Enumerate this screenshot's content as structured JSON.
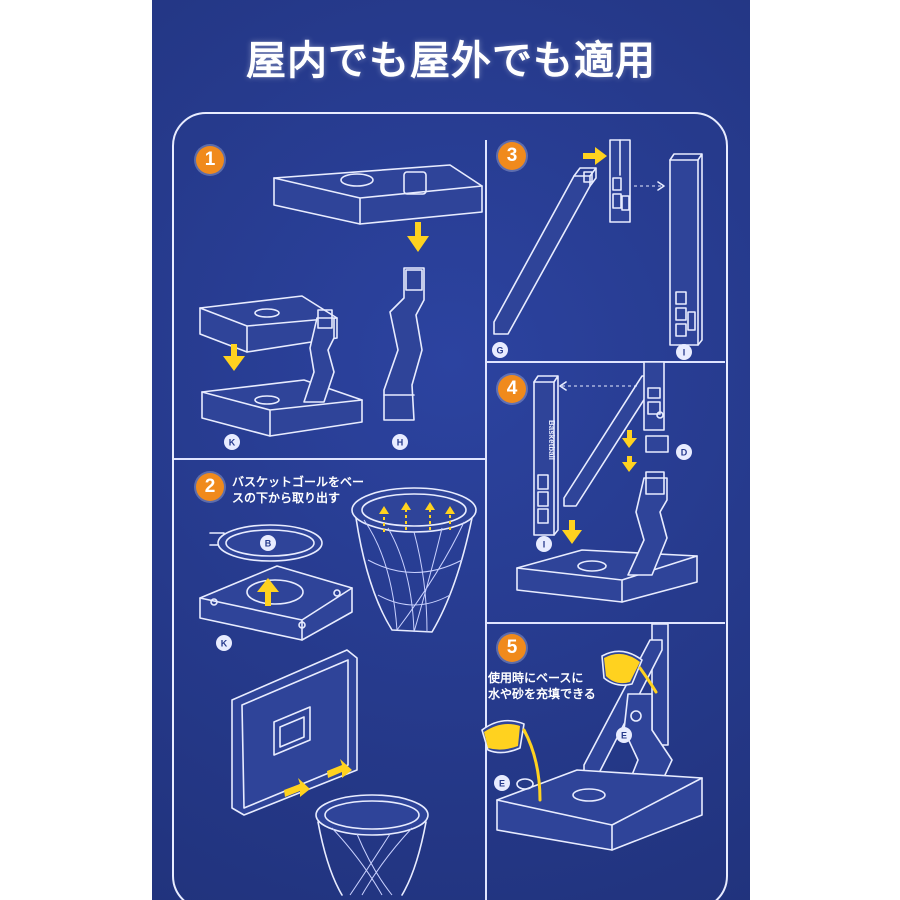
{
  "title": "屋内でも屋外でも適用",
  "steps": [
    {
      "number": "1"
    },
    {
      "number": "2",
      "caption": "バスケットゴールをベー\nスの下から取り出す"
    },
    {
      "number": "3"
    },
    {
      "number": "4"
    },
    {
      "number": "5",
      "caption": "使用時にベースに\n水や砂を充填できる"
    }
  ],
  "part_labels": {
    "k1": "K",
    "h": "H",
    "b": "B",
    "k2": "K",
    "g": "G",
    "i1": "I",
    "d": "D",
    "i2": "I",
    "e1": "E",
    "e2": "E"
  },
  "pole_text": "Basketball",
  "colors": {
    "background": "#263a8c",
    "accent_arrow": "#ffd21f",
    "step_badge": "#f08a1c",
    "line": "#e8ecff"
  }
}
